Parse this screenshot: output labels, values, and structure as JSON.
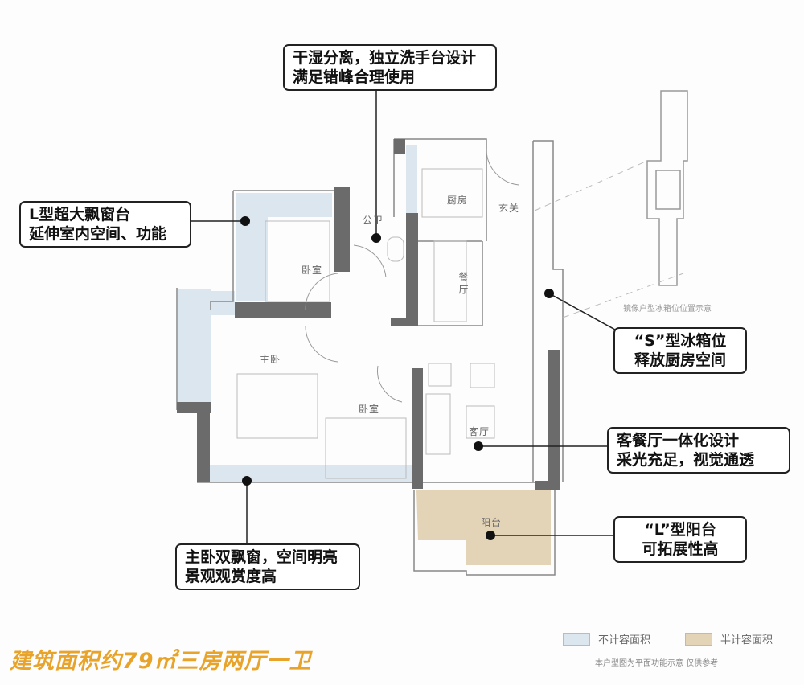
{
  "title": "建筑面积约79㎡三房两厅一卫",
  "colors": {
    "accent_title": "#e8a32a",
    "wall": "#6b6b6b",
    "non_counted_area": "#dbe6ee",
    "half_counted_area": "#e3d4b8",
    "callout_border": "#222222"
  },
  "rooms": {
    "bedroom_north": "卧室",
    "bathroom": "公卫",
    "kitchen": "厨房",
    "entrance": "玄关",
    "dining": "餐厅",
    "master_bedroom": "主卧",
    "bedroom_south": "卧室",
    "living_room": "客厅",
    "balcony": "阳台"
  },
  "mirror_note": "镜像户型冰箱位位置示意",
  "callouts": {
    "bathroom": {
      "line1": "干湿分离，独立洗手台设计",
      "line2": "满足错峰合理使用"
    },
    "bay_window": {
      "line1": "L型超大飘窗台",
      "line2": "延伸室内空间、功能"
    },
    "fridge": {
      "line1": "“S”型冰箱位",
      "line2": "释放厨房空间"
    },
    "living_dining": {
      "line1": "客餐厅一体化设计",
      "line2": "采光充足，视觉通透"
    },
    "balcony": {
      "line1": "“L”型阳台",
      "line2": "可拓展性高"
    },
    "master_window": {
      "line1": "主卧双飘窗，空间明亮",
      "line2": "景观观赏度高"
    }
  },
  "legend": [
    {
      "label": "不计容面积",
      "color": "#dbe6ee"
    },
    {
      "label": "半计容面积",
      "color": "#e3d4b8"
    }
  ],
  "disclaimer": "本户型图为平面功能示意 仅供参考"
}
